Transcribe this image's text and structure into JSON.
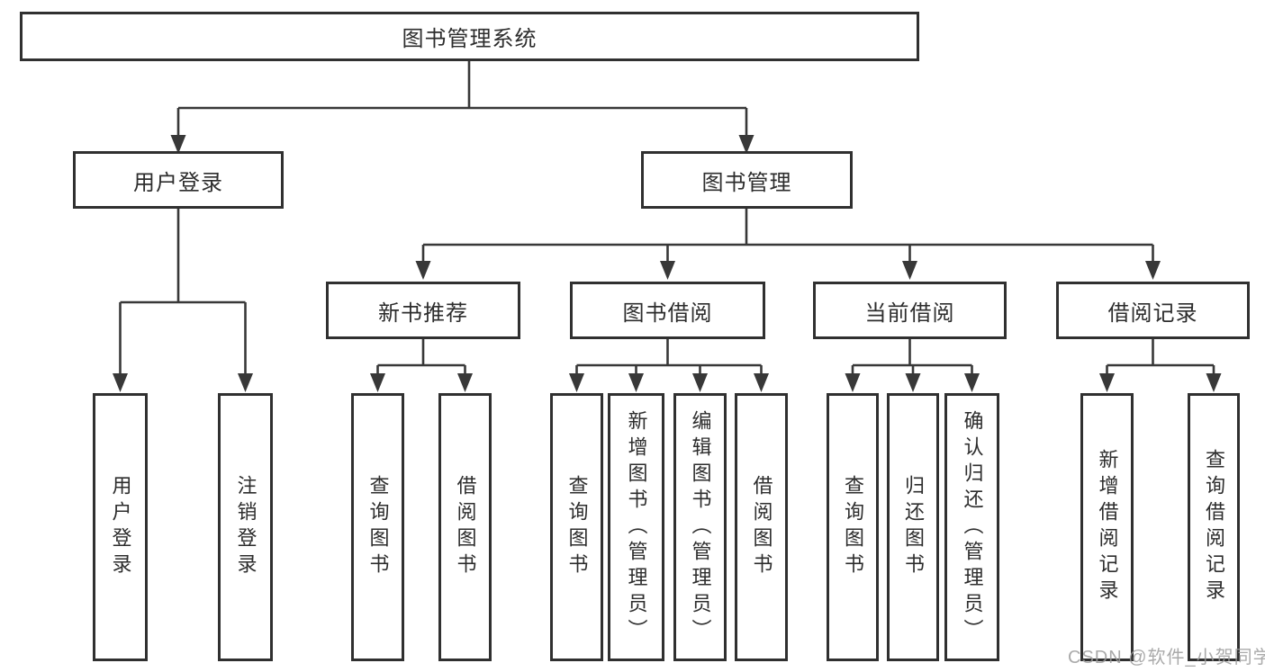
{
  "title": "图书管理系统",
  "tree": {
    "root": "图书管理系统",
    "children": [
      {
        "label": "用户登录",
        "children": [
          "用户登录",
          "注销登录"
        ]
      },
      {
        "label": "图书管理",
        "children": [
          {
            "label": "新书推荐",
            "children": [
              "查询图书",
              "借阅图书"
            ]
          },
          {
            "label": "图书借阅",
            "children": [
              "查询图书",
              "新增图书（管理员）",
              "编辑图书（管理员）",
              "借阅图书"
            ]
          },
          {
            "label": "当前借阅",
            "children": [
              "查询图书",
              "归还图书",
              "确认归还（管理员）"
            ]
          },
          {
            "label": "借阅记录",
            "children": [
              "新增借阅记录",
              "查询借阅记录"
            ]
          }
        ]
      }
    ]
  },
  "watermark": {
    "text": "CSDN @软件_小贺同学"
  },
  "colors": {
    "line": "#383838",
    "border": "#303030",
    "text": "#2d2d2d",
    "watermark": "#9c9c9c",
    "bg": "#ffffff"
  }
}
